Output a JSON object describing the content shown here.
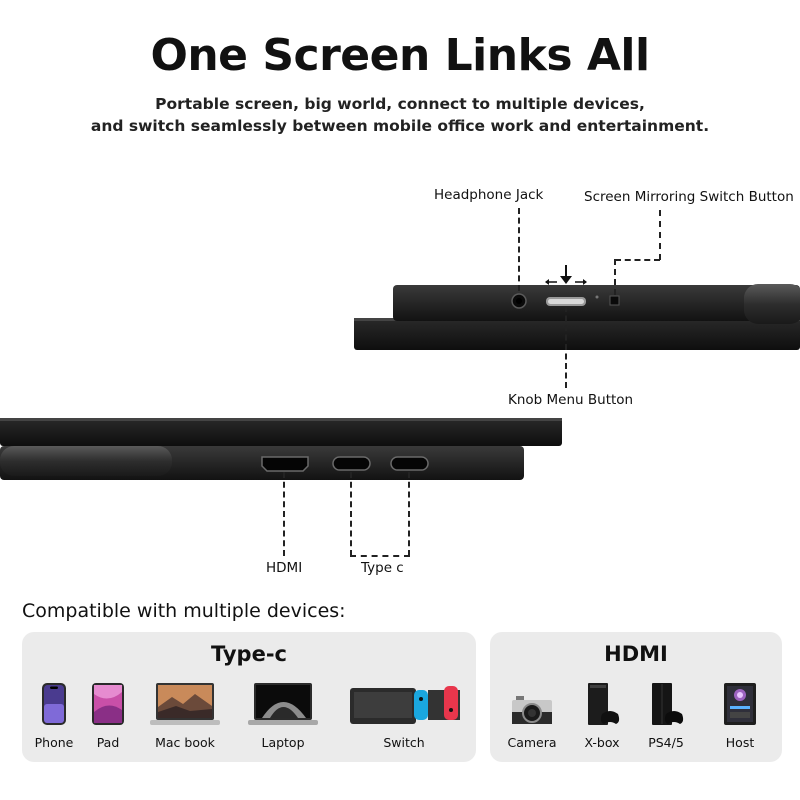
{
  "header": {
    "title": "One Screen Links All",
    "subtitle_line1": "Portable screen, big world, connect to multiple devices,",
    "subtitle_line2": "and switch seamlessly between mobile office work and entertainment."
  },
  "callouts": {
    "headphone_jack": "Headphone Jack",
    "mirroring_button": "Screen Mirroring Switch Button",
    "knob_menu": "Knob Menu Button",
    "hdmi": "HDMI",
    "type_c": "Type c"
  },
  "compat": {
    "label": "Compatible with multiple devices:",
    "typec": {
      "title": "Type-c",
      "devices": [
        {
          "label": "Phone",
          "icon": "phone-icon"
        },
        {
          "label": "Pad",
          "icon": "tablet-icon"
        },
        {
          "label": "Mac book",
          "icon": "macbook-icon"
        },
        {
          "label": "Laptop",
          "icon": "laptop-icon"
        },
        {
          "label": "Switch",
          "icon": "switch-console-icon"
        }
      ]
    },
    "hdmi": {
      "title": "HDMI",
      "devices": [
        {
          "label": "Camera",
          "icon": "camera-icon"
        },
        {
          "label": "X-box",
          "icon": "xbox-icon"
        },
        {
          "label": "PS4/5",
          "icon": "playstation-icon"
        },
        {
          "label": "Host",
          "icon": "pc-tower-icon"
        }
      ]
    }
  },
  "colors": {
    "device_body": "#1c1c1c",
    "panel_bg": "#ebebeb",
    "text": "#111111"
  }
}
